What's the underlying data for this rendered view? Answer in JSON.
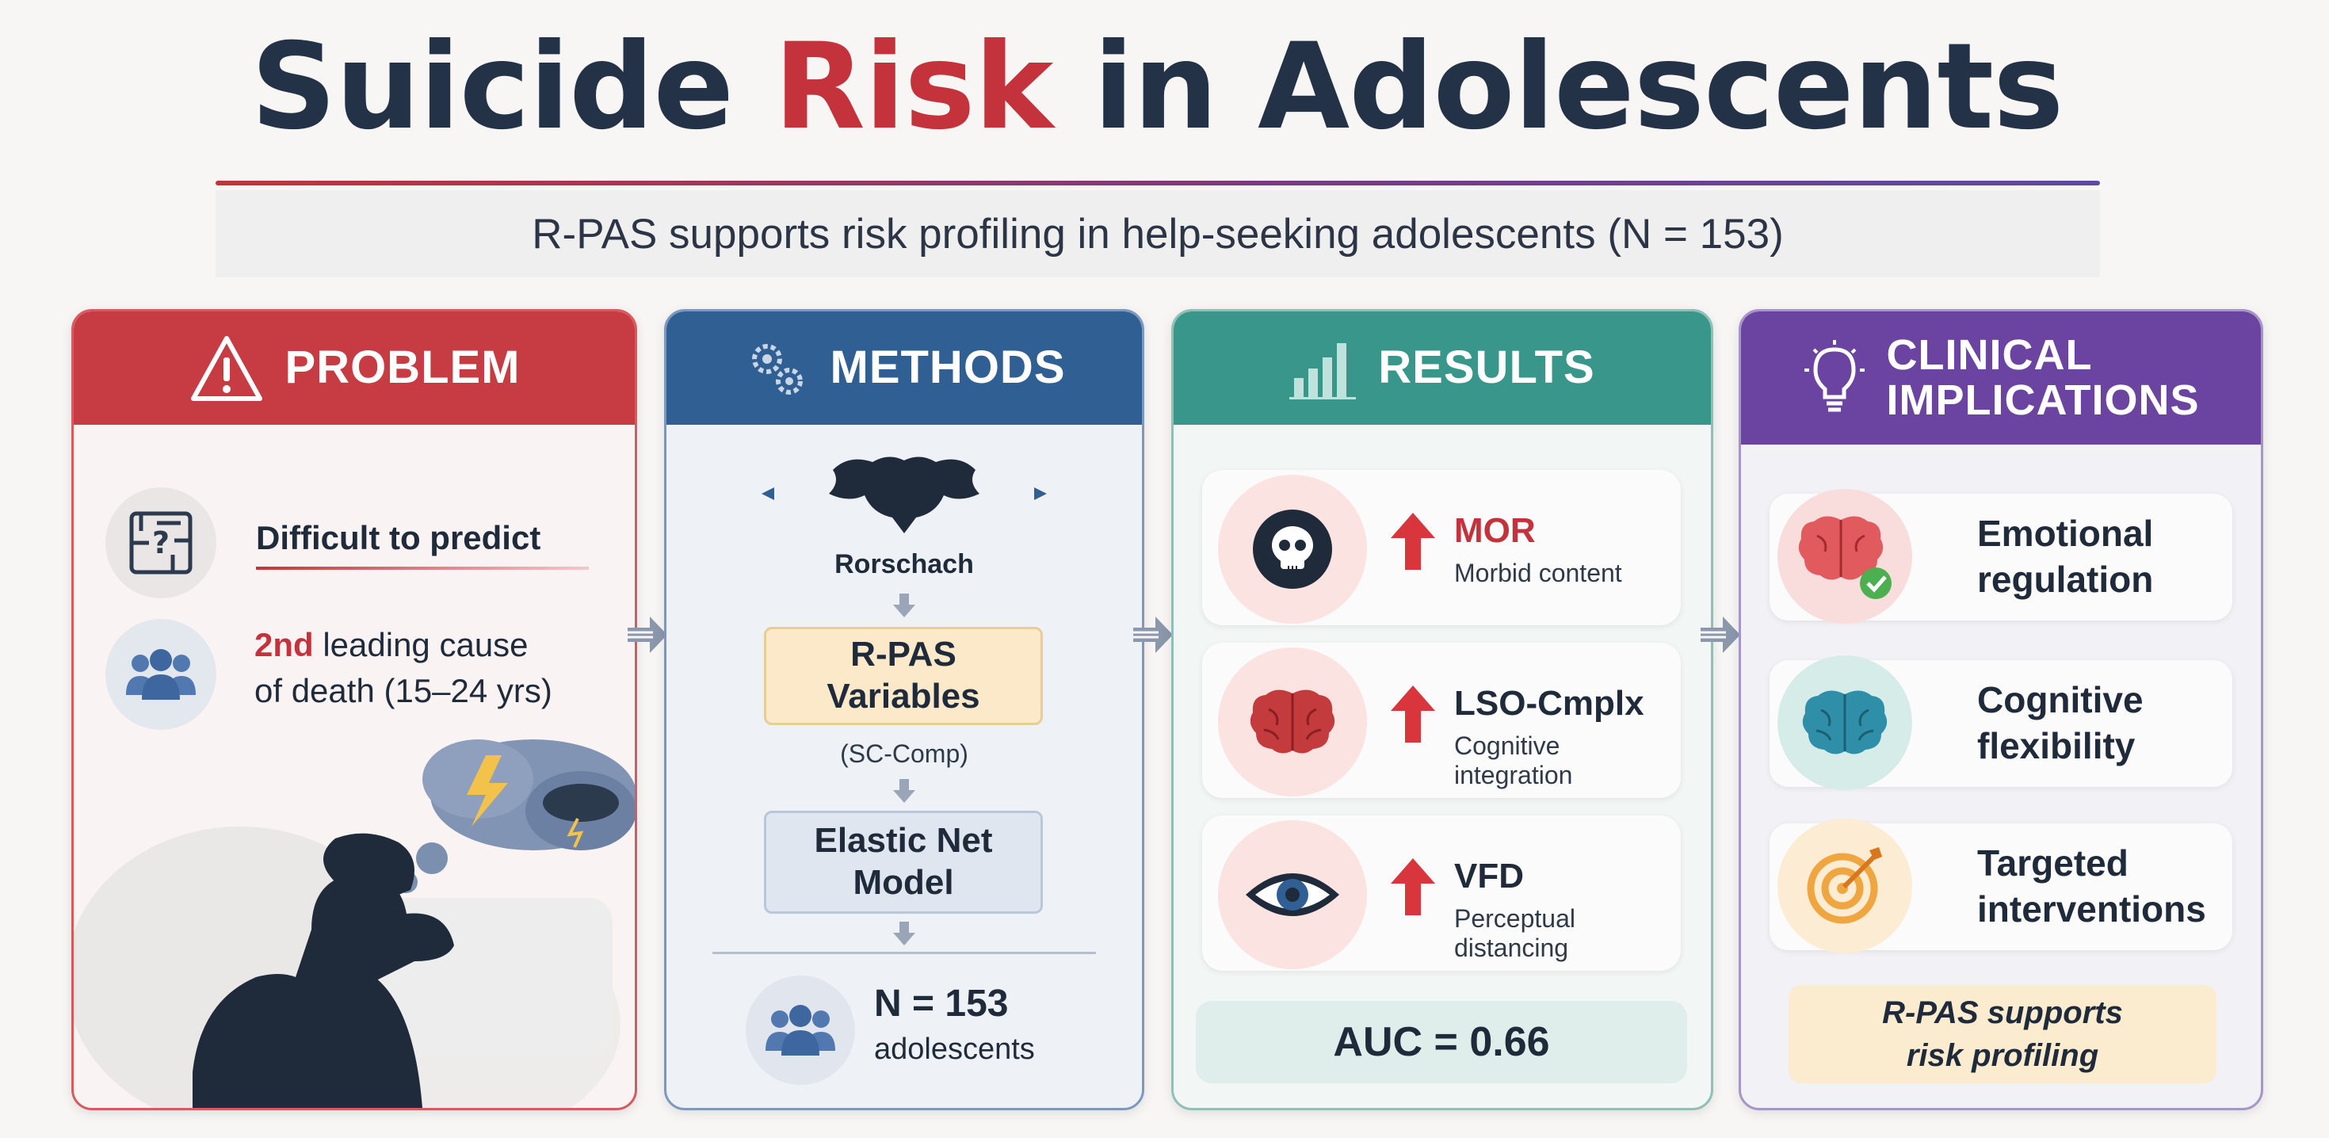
{
  "title": {
    "part1": "Suicide ",
    "accent": "Risk",
    "part2": " in Adolescents"
  },
  "subtitle": "R-PAS supports risk profiling in help-seeking adolescents (N = 153)",
  "panels": {
    "problem": {
      "header": "PROBLEM",
      "icon": "warning-icon",
      "item1": "Difficult to predict",
      "item2_accent": "2nd",
      "item2_rest": " leading cause",
      "item2_line2": "of death (15–24 yrs)"
    },
    "methods": {
      "header": "METHODS",
      "icon": "gears-icon",
      "rorschach": "Rorschach",
      "variables": "R-PAS Variables",
      "variables_note": "(SC-Comp)",
      "model": "Elastic Net Model",
      "n_value": "N = 153",
      "n_label": "adolescents"
    },
    "results": {
      "header": "RESULTS",
      "icon": "bar-chart-icon",
      "items": [
        {
          "name": "MOR",
          "desc": "Morbid content",
          "icon": "skull-icon"
        },
        {
          "name": "LSO-Cmplx",
          "desc": "Cognitive integration",
          "icon": "brain-icon"
        },
        {
          "name": "VFD",
          "desc": "Perceptual distancing",
          "icon": "eye-icon"
        }
      ],
      "auc": "AUC = 0.66"
    },
    "clinical": {
      "header_line1": "CLINICAL",
      "header_line2": "IMPLICATIONS",
      "icon": "lightbulb-icon",
      "items": [
        {
          "line1": "Emotional",
          "line2": "regulation",
          "icon": "brain-check-icon"
        },
        {
          "line1": "Cognitive",
          "line2": "flexibility",
          "icon": "brain-icon"
        },
        {
          "line1": "Targeted",
          "line2": "interventions",
          "icon": "target-icon"
        }
      ],
      "callout_line1": "R-PAS supports",
      "callout_line2": "risk profiling"
    }
  },
  "colors": {
    "problem": "#c73b42",
    "methods": "#2f5f93",
    "results": "#38978a",
    "clinical": "#6a44a0",
    "accent_red": "#c4333b"
  }
}
